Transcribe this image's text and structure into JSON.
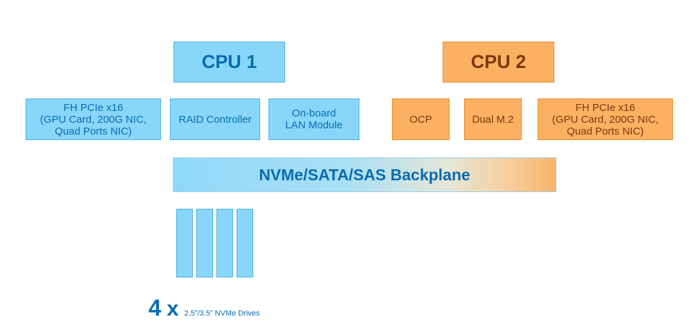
{
  "cpus": {
    "cpu1": "CPU 1",
    "cpu2": "CPU 2"
  },
  "cpu1_cards": {
    "pcie": [
      "FH PCIe x16",
      "(GPU Card, 200G NIC,",
      "Quad Ports NIC)"
    ],
    "raid": "RAID Controller",
    "lan": [
      "On-board",
      "LAN Module"
    ]
  },
  "cpu2_cards": {
    "ocp": "OCP",
    "m2": "Dual M.2",
    "pcie": [
      "FH PCIe x16",
      "(GPU Card, 200G NIC,",
      "Quad Ports NIC)"
    ]
  },
  "backplane": "NVMe/SATA/SAS Backplane",
  "drives": {
    "count": "4",
    "multiplier": "x",
    "description": "2.5”/3.5” NVMe Drives"
  },
  "colors": {
    "cpu1_group": "#88d6f9",
    "cpu2_group": "#fbb161",
    "text_blue": "#0b6cb2",
    "text_brown": "#7a3a0c"
  }
}
